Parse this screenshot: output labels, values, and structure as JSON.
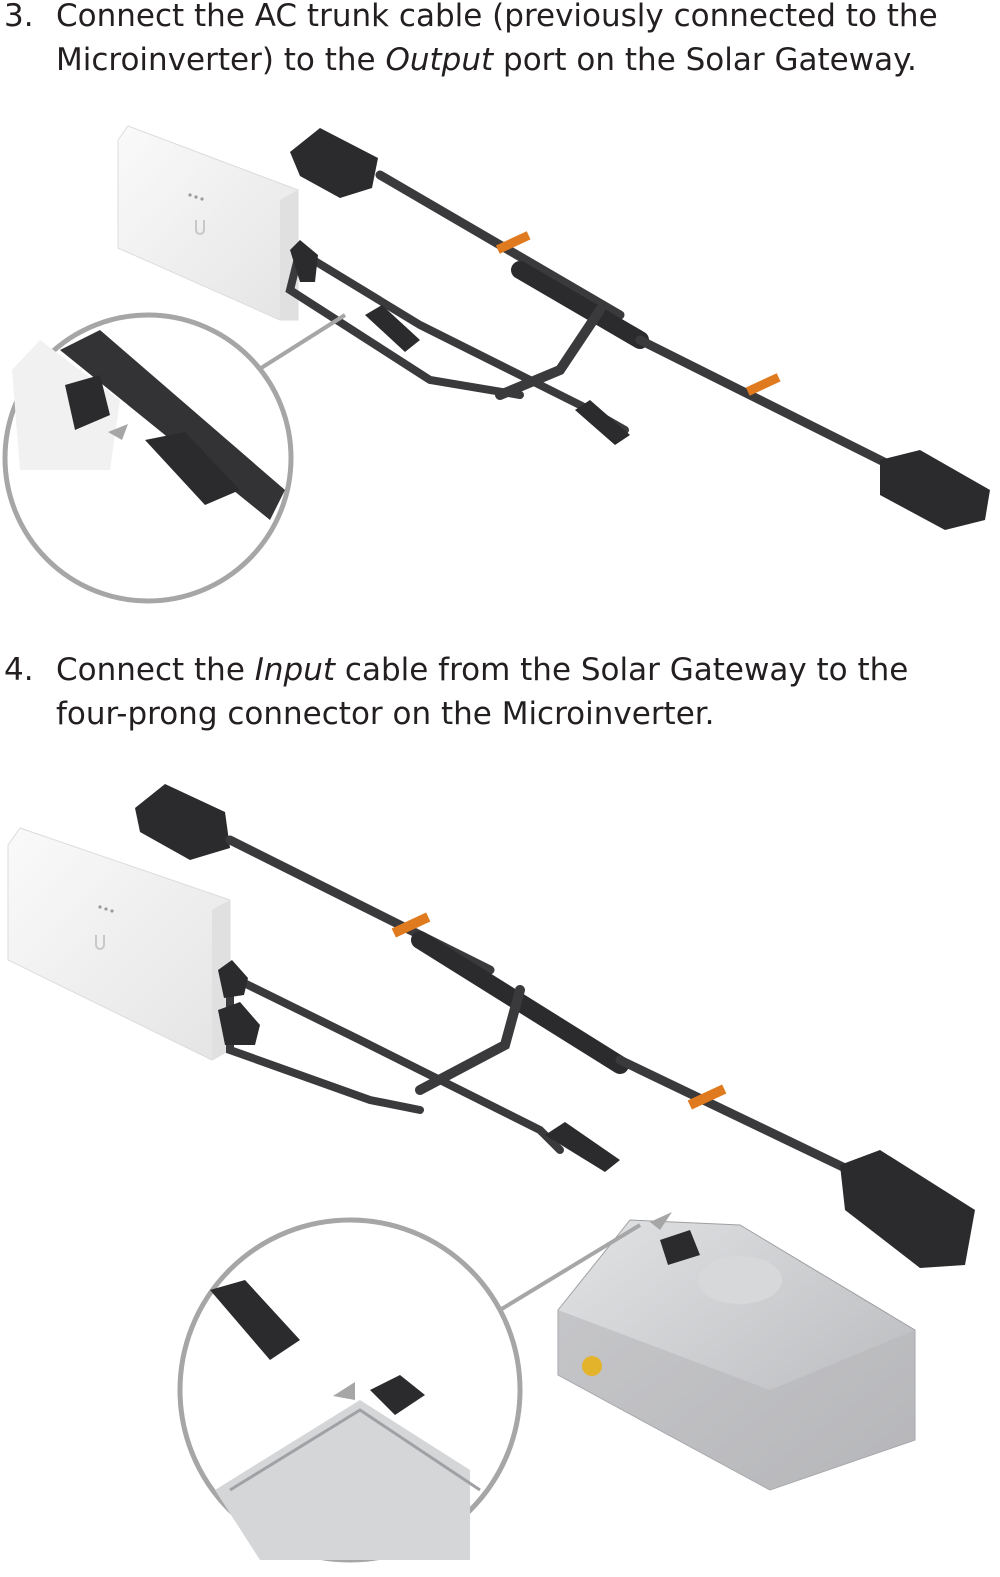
{
  "steps": [
    {
      "number": "3.",
      "line1": "Connect the AC trunk cable (previously connected to the",
      "line2_pre": "Microinverter) to the ",
      "line2_em": "Output",
      "line2_post": " port on the Solar Gateway."
    },
    {
      "number": "4.",
      "line1_pre": "Connect the ",
      "line1_em": "Input",
      "line1_post": " cable from the Solar Gateway to the",
      "line2": "four-prong connector on the Microinverter."
    }
  ],
  "colors": {
    "text": "#231f20",
    "cable": "#3a3a3c",
    "connector": "#2b2b2d",
    "tag": "#e07a1e",
    "gateway": "#f1f1f1",
    "callout": "#a6a6a6",
    "inverter": "#c9cacc"
  },
  "illustrations": [
    {
      "name": "step-3-illustration",
      "icons": [
        "solar-gateway-icon",
        "ac-trunk-cable-icon",
        "magnifier-callout-icon"
      ]
    },
    {
      "name": "step-4-illustration",
      "icons": [
        "solar-gateway-icon",
        "ac-trunk-cable-icon",
        "microinverter-icon",
        "magnifier-callout-icon"
      ]
    }
  ]
}
